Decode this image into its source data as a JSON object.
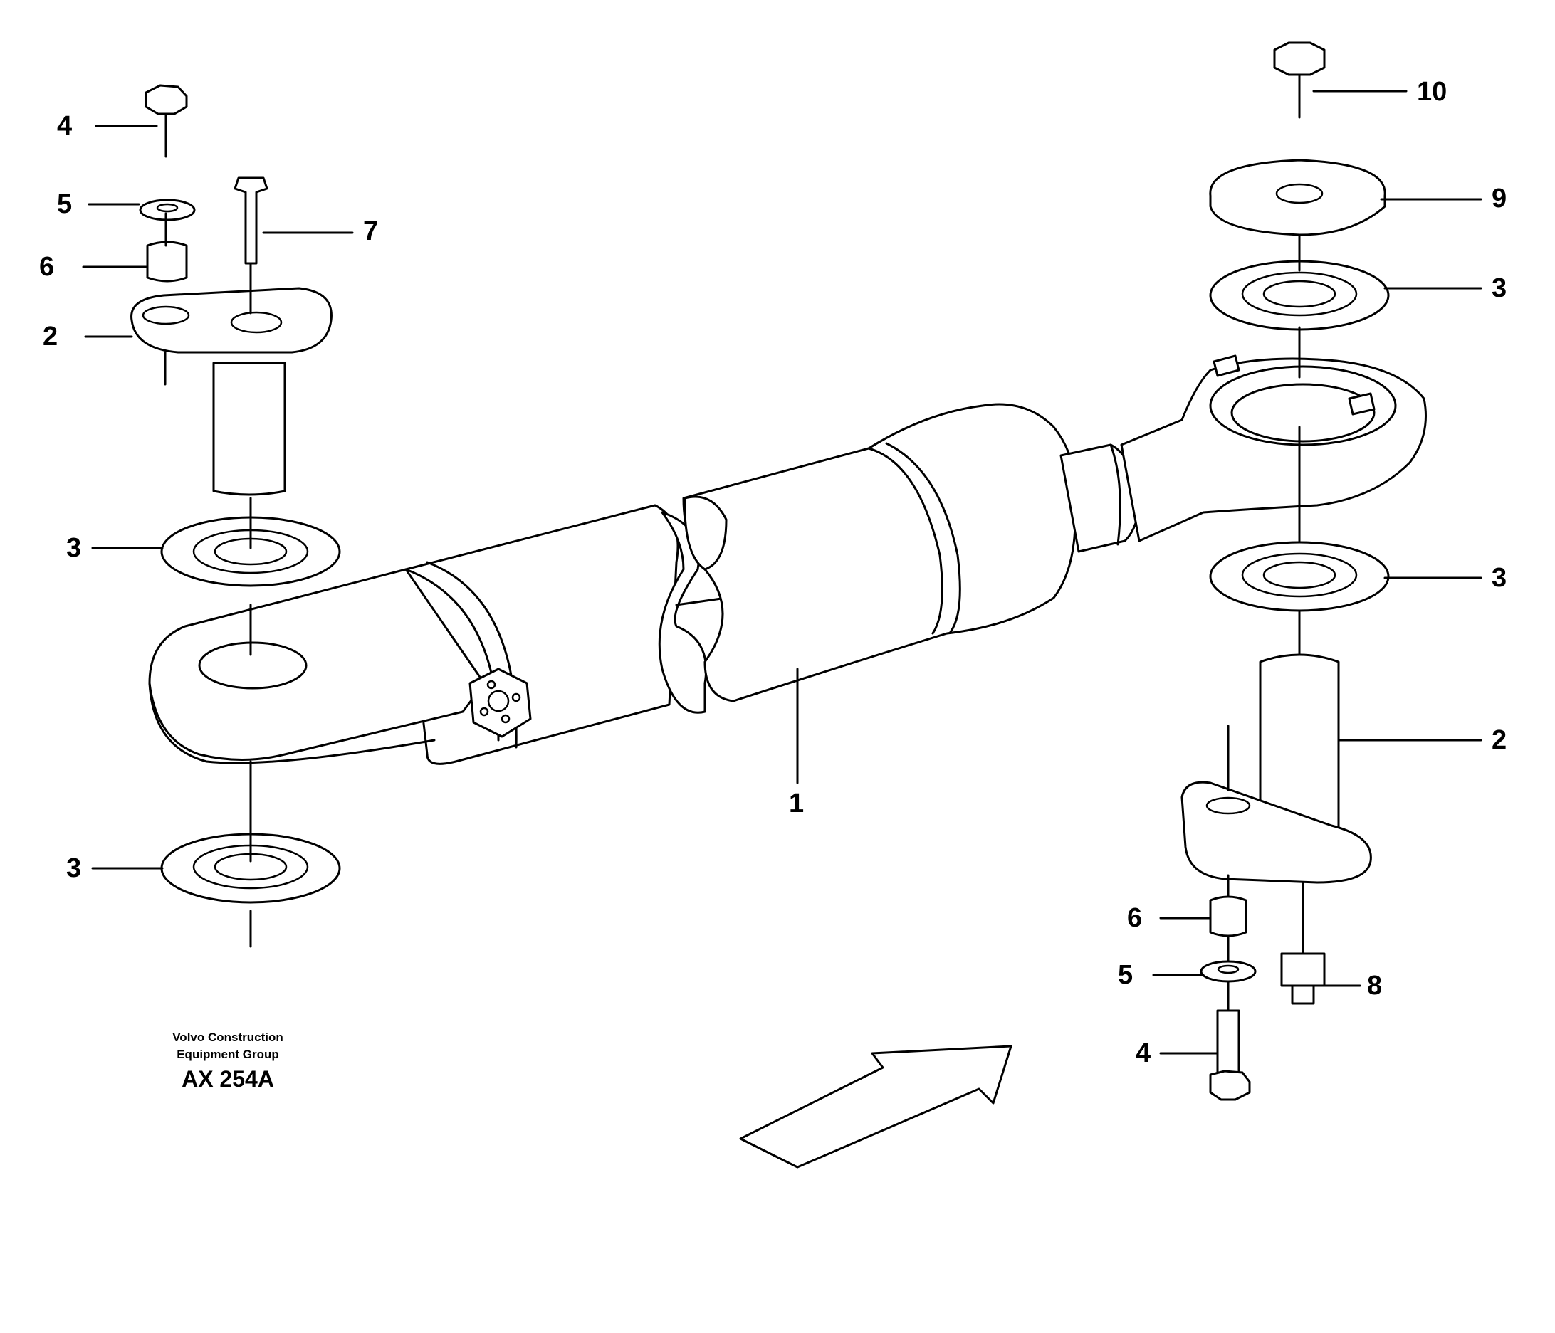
{
  "publisher": {
    "line1": "Volvo Construction",
    "line2": "Equipment Group",
    "code": "AX 254A"
  },
  "callouts": [
    {
      "id": "c4-top-left",
      "label": "4"
    },
    {
      "id": "c5-top-left",
      "label": "5"
    },
    {
      "id": "c6-top-left",
      "label": "6"
    },
    {
      "id": "c7",
      "label": "7"
    },
    {
      "id": "c2-left",
      "label": "2"
    },
    {
      "id": "c3-left-upper",
      "label": "3"
    },
    {
      "id": "c3-left-lower",
      "label": "3"
    },
    {
      "id": "c1",
      "label": "1"
    },
    {
      "id": "c10",
      "label": "10"
    },
    {
      "id": "c9",
      "label": "9"
    },
    {
      "id": "c3-right-upper",
      "label": "3"
    },
    {
      "id": "c3-right-lower",
      "label": "3"
    },
    {
      "id": "c2-right",
      "label": "2"
    },
    {
      "id": "c6-bottom-right",
      "label": "6"
    },
    {
      "id": "c5-bottom-right",
      "label": "5"
    },
    {
      "id": "c8",
      "label": "8"
    },
    {
      "id": "c4-bottom-right",
      "label": "4"
    }
  ]
}
